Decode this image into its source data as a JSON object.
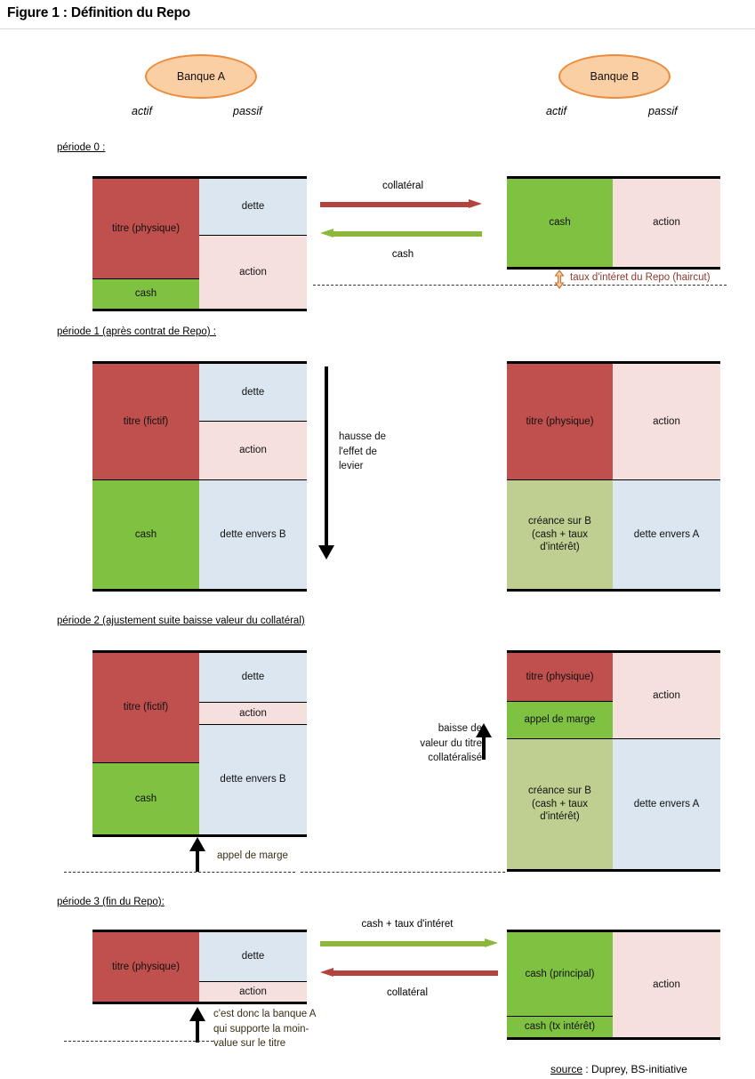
{
  "figure": {
    "title": "Figure 1 : Définition du Repo",
    "source_prefix": "source",
    "source_rest": " : Duprey, BS-initiative"
  },
  "banks": {
    "a": {
      "name": "Banque A",
      "actif": "actif",
      "passif": "passif"
    },
    "b": {
      "name": "Banque B",
      "actif": "actif",
      "passif": "passif"
    }
  },
  "colors": {
    "titre": "#C0504D",
    "cash": "#7FC241",
    "creance": "#BFCF92",
    "dette": "#DCE6F1",
    "action": "#F6E0DE",
    "ellipse_fill": "#FBCFA4",
    "ellipse_stroke": "#ED8B3B",
    "arrow_red": "#B4433F",
    "arrow_green": "#8CB63C",
    "haircut_text": "#8B3A2E"
  },
  "periods": [
    {
      "label": "période 0 :",
      "bank_a": {
        "actif": [
          {
            "text": "titre (physique)",
            "fill": "titre"
          },
          {
            "text": "cash",
            "fill": "cash"
          }
        ],
        "passif": [
          {
            "text": "dette",
            "fill": "dette"
          },
          {
            "text": "action",
            "fill": "action"
          }
        ]
      },
      "bank_b": {
        "actif": [
          {
            "text": "cash",
            "fill": "cash"
          }
        ],
        "passif": [
          {
            "text": "action",
            "fill": "action"
          }
        ]
      },
      "arrows": [
        {
          "caption": "collatéral",
          "direction": "right",
          "color": "arrow_red"
        },
        {
          "caption": "cash",
          "direction": "left",
          "color": "arrow_green"
        }
      ],
      "haircut_note": "taux d'intéret du Repo (haircut)"
    },
    {
      "label": "période 1 (après contrat de Repo) :",
      "bank_a": {
        "actif": [
          {
            "text": "titre (fictif)",
            "fill": "titre"
          },
          {
            "text": "cash",
            "fill": "cash"
          }
        ],
        "passif": [
          {
            "text": "dette",
            "fill": "dette"
          },
          {
            "text": "action",
            "fill": "action"
          },
          {
            "text": "dette envers B",
            "fill": "dette"
          }
        ]
      },
      "bank_b": {
        "actif": [
          {
            "text": "titre (physique)",
            "fill": "titre"
          },
          {
            "text": "créance sur B\n(cash + taux\nd'intérêt)",
            "fill": "creance"
          }
        ],
        "passif": [
          {
            "text": "action",
            "fill": "action"
          },
          {
            "text": "dette envers A",
            "fill": "dette"
          }
        ]
      },
      "center_note": "hausse de\nl'effet de\nlevier"
    },
    {
      "label": "période 2 (ajustement suite baisse valeur du collatéral)",
      "bank_a": {
        "actif": [
          {
            "text": "titre (fictif)",
            "fill": "titre"
          },
          {
            "text": "cash",
            "fill": "cash"
          }
        ],
        "passif": [
          {
            "text": "dette",
            "fill": "dette"
          },
          {
            "text": "action",
            "fill": "action"
          },
          {
            "text": "dette envers B",
            "fill": "dette"
          }
        ]
      },
      "bank_b": {
        "actif": [
          {
            "text": "titre (physique)",
            "fill": "titre"
          },
          {
            "text": "appel de marge",
            "fill": "cash"
          },
          {
            "text": "créance sur B\n(cash + taux\nd'intérêt)",
            "fill": "creance"
          }
        ],
        "passif": [
          {
            "text": "action",
            "fill": "action"
          },
          {
            "text": "dette envers A",
            "fill": "dette"
          }
        ]
      },
      "center_note": "baisse de\nvaleur du titre\ncollatéralisé",
      "bank_a_note": "appel de marge"
    },
    {
      "label": "période 3 (fin du Repo):",
      "bank_a": {
        "actif": [
          {
            "text": "titre (physique)",
            "fill": "titre"
          }
        ],
        "passif": [
          {
            "text": "dette",
            "fill": "dette"
          },
          {
            "text": "action",
            "fill": "action"
          }
        ]
      },
      "bank_b": {
        "actif": [
          {
            "text": "cash (principal)",
            "fill": "cash"
          },
          {
            "text": "cash (tx intérêt)",
            "fill": "cash"
          }
        ],
        "passif": [
          {
            "text": "action",
            "fill": "action"
          }
        ]
      },
      "arrows": [
        {
          "caption": "cash + taux d'intéret",
          "direction": "right",
          "color": "arrow_green"
        },
        {
          "caption": "collatéral",
          "direction": "left",
          "color": "arrow_red"
        }
      ],
      "bank_a_note": "c'est donc la banque A\nqui supporte la moin-\nvalue sur le titre"
    }
  ]
}
